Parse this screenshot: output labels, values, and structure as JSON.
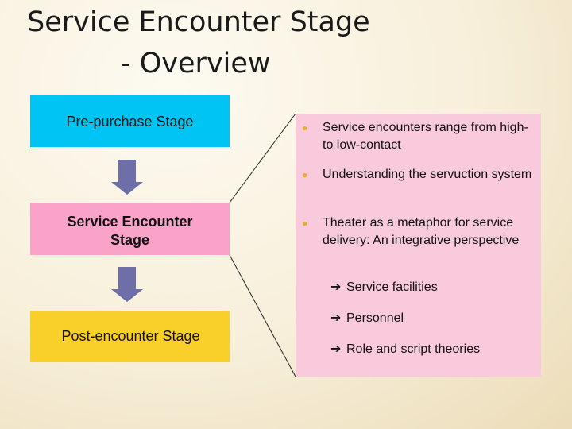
{
  "title": {
    "line1": "Service Encounter Stage",
    "line2": "- Overview"
  },
  "stages": {
    "pre": "Pre-purchase Stage",
    "encounter": "Service Encounter Stage",
    "post": "Post-encounter Stage"
  },
  "panel": {
    "bullets": [
      "Service encounters range from high- to low-contact",
      "Understanding the servuction system",
      "Theater as a metaphor for service delivery: An integrative perspective"
    ],
    "sub_items": [
      "Service facilities",
      "Personnel",
      "Role and script theories"
    ],
    "sub_arrow_glyph": "➔",
    "bullet_glyph": "●"
  },
  "colors": {
    "pre": "#00c4f3",
    "encounter": "#f9a3c9",
    "post": "#f9cf2a",
    "panel": "#f9c9dc",
    "down_arrow": "#6e6fa8"
  }
}
